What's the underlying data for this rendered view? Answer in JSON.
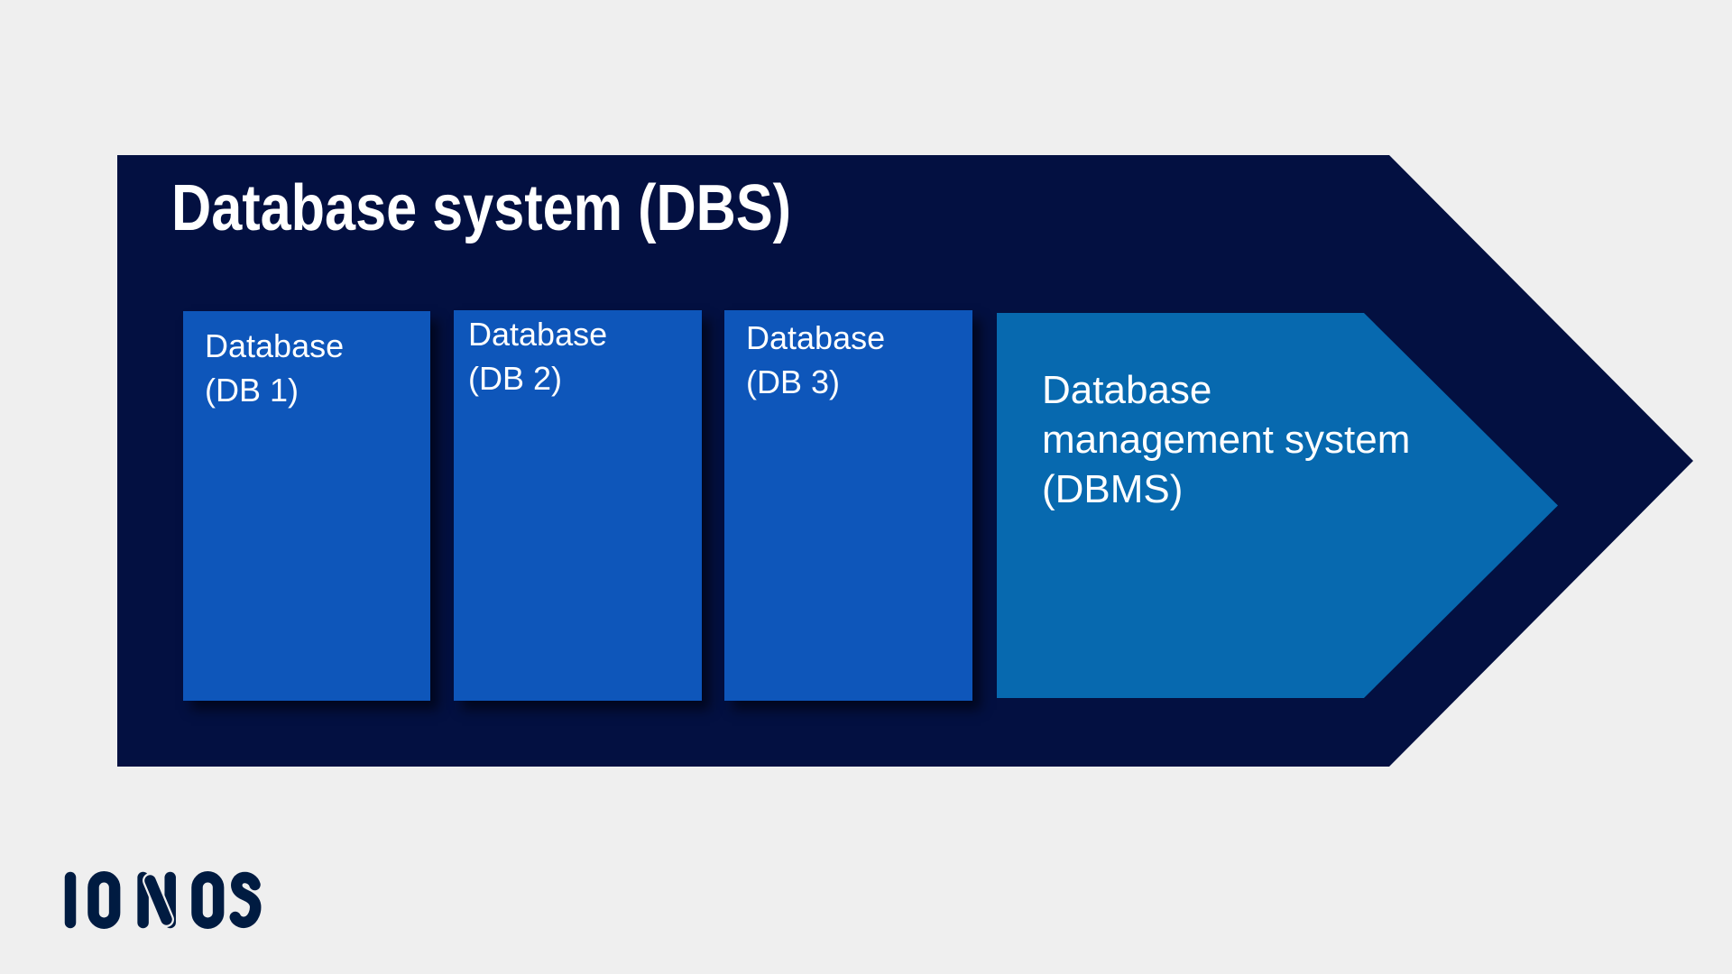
{
  "page": {
    "background": "#EFEFEF"
  },
  "diagram": {
    "title": "Database system (DBS)",
    "colors": {
      "container": "#031041",
      "database_box": "#0E56BA",
      "dbms": "#0769AF"
    },
    "databases": [
      {
        "label": "Database\n(DB 1)"
      },
      {
        "label": "Database\n(DB 2)"
      },
      {
        "label": "Database\n(DB 3)"
      }
    ],
    "dbms_label": "Database\nmanagement system\n(DBMS)"
  },
  "footer": {
    "logo": "IONOS",
    "logo_color": "#001B41"
  }
}
